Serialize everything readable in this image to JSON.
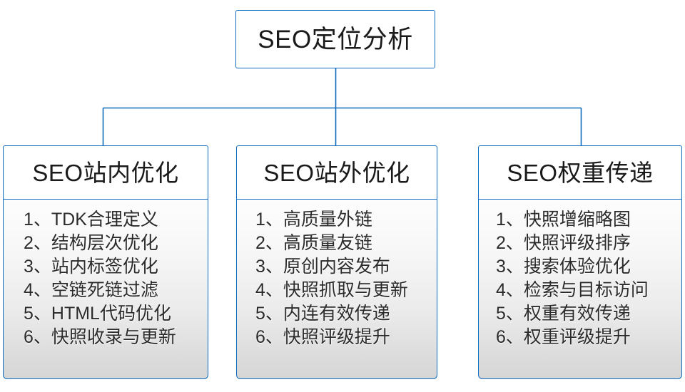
{
  "diagram": {
    "type": "organization-chart",
    "accent_color": "#0f6cbd",
    "text_color": "#1a1a1a",
    "background_color": "#ffffff",
    "list_gradient_top": "#fdfdfd",
    "list_gradient_bottom": "#d6d6d6",
    "root": {
      "label": "SEO定位分析"
    },
    "branches": [
      {
        "header": "SEO站内优化",
        "items": [
          "1、TDK合理定义",
          "2、结构层次优化",
          "3、站内标签优化",
          "4、空链死链过滤",
          "5、HTML代码优化",
          "6、快照收录与更新"
        ]
      },
      {
        "header": "SEO站外优化",
        "items": [
          "1、高质量外链",
          "2、高质量友链",
          "3、原创内容发布",
          "4、快照抓取与更新",
          "5、内连有效传递",
          "6、快照评级提升"
        ]
      },
      {
        "header": "SEO权重传递",
        "items": [
          "1、快照增缩略图",
          "2、快照评级排序",
          "3、搜索体验优化",
          "4、检索与目标访问",
          "5、权重有效传递",
          "6、权重评级提升"
        ]
      }
    ]
  }
}
